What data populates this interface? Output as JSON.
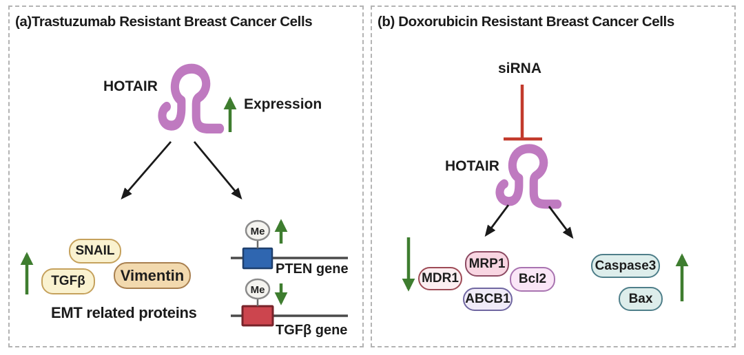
{
  "figure": {
    "type": "mechanism-diagram",
    "subject": "HOTAIR lncRNA in drug-resistant breast cancer cells"
  },
  "colors": {
    "hotair_rna_pink": "#bf7ac0",
    "trend_arrow_green": "#3e7d2f",
    "inhibition_red": "#c23a2c",
    "branch_arrow_black": "#1a1a1a",
    "pten_box_blue": "#2f66b0",
    "tgfb_box_red": "#cc454e",
    "gene_line_gray": "#4a4a4a",
    "panel_border_gray": "#b3b3b3"
  },
  "panel_a": {
    "title": "(a)Trastuzumab Resistant Breast Cancer Cells",
    "hotair_label": "HOTAIR",
    "expression_label": "Expression",
    "expression_trend": "up",
    "emt_group": {
      "trend": "up",
      "pills": [
        "SNAIL",
        "TGFβ",
        "Vimentin"
      ],
      "caption": "EMT related proteins"
    },
    "gene_rows": [
      {
        "methyl": "Me",
        "label": "PTEN gene",
        "trend": "up"
      },
      {
        "methyl": "Me",
        "label": "TGFβ gene",
        "trend": "down"
      }
    ]
  },
  "panel_b": {
    "title": "(b) Doxorubicin Resistant Breast Cancer Cells",
    "sirna_label": "siRNA",
    "inhibition": "siRNA blocks HOTAIR",
    "hotair_label": "HOTAIR",
    "resistance_group": {
      "trend": "down",
      "pills": [
        "MDR1",
        "MRP1",
        "Bcl2",
        "ABCB1"
      ]
    },
    "apoptosis_group": {
      "trend": "up",
      "pills": [
        "Caspase3",
        "Bax"
      ]
    }
  }
}
